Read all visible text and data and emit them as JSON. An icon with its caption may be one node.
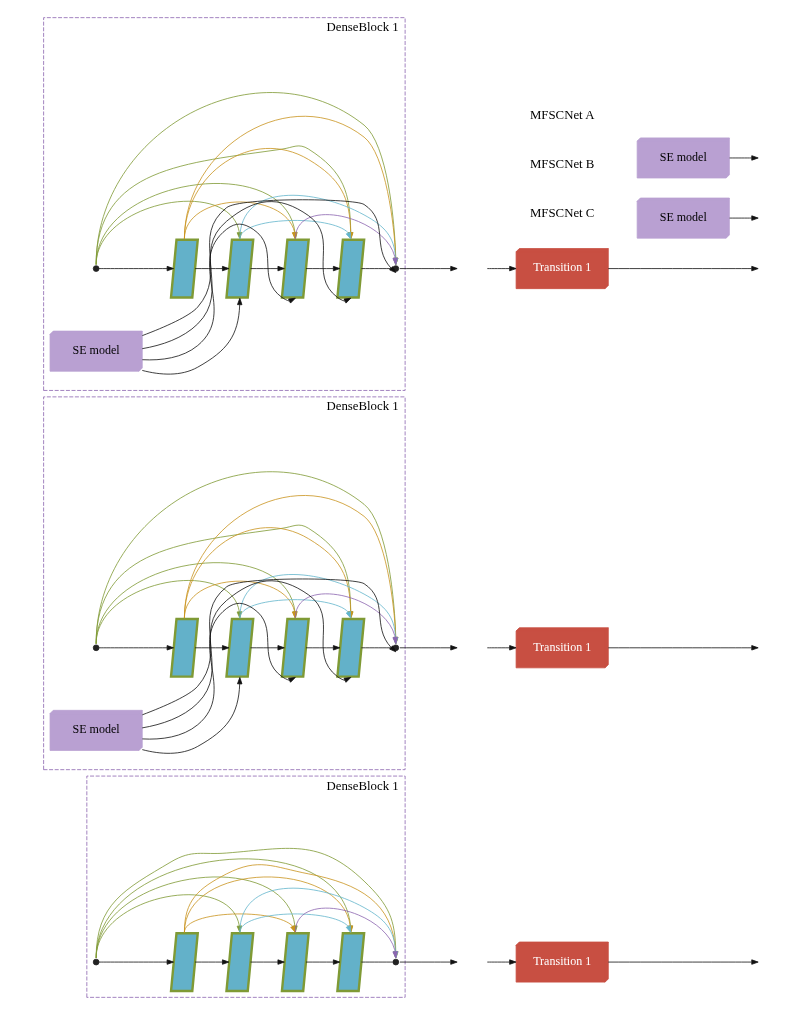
{
  "diagram": {
    "nodes": [
      {
        "text": [
          "DenseBlock 1"
        ]
      },
      {
        "text": [],
        "shape": "point",
        "in": 0
      },
      {
        "text": [],
        "shape": "box",
        "in": 0
      },
      {
        "text": [],
        "shape": "box",
        "in": 0
      },
      {
        "text": [],
        "shape": "box",
        "in": 0
      },
      {
        "text": [],
        "shape": "box",
        "in": 0
      },
      {
        "text": [],
        "shape": "point",
        "in": 0
      },
      {
        "text": [
          "SE model"
        ],
        "in": 0
      },
      {
        "text": [
          "Transition 1"
        ]
      },
      {
        "text": [
          "SE model"
        ]
      },
      {
        "text": [
          "DenseBlock 1"
        ]
      },
      {
        "text": [],
        "shape": "point",
        "in": 10
      },
      {
        "text": [],
        "shape": "box",
        "in": 10
      },
      {
        "text": [],
        "shape": "box",
        "in": 10
      },
      {
        "text": [],
        "shape": "box",
        "in": 10
      },
      {
        "text": [],
        "shape": "box",
        "in": 10
      },
      {
        "text": [],
        "shape": "point",
        "in": 10
      },
      {
        "text": [
          "SE model"
        ],
        "in": 10
      },
      {
        "text": [
          "Transition 1"
        ]
      },
      {
        "text": [
          "DenseBlock 1"
        ]
      },
      {
        "text": [],
        "shape": "point",
        "in": 19
      },
      {
        "text": [],
        "shape": "box",
        "in": 19
      },
      {
        "text": [],
        "shape": "box",
        "in": 19
      },
      {
        "text": [],
        "shape": "box",
        "in": 19
      },
      {
        "text": [],
        "shape": "box",
        "in": 19
      },
      {
        "text": [],
        "shape": "point",
        "in": 19
      },
      {
        "text": [
          "Transition 1"
        ]
      },
      {
        "text": [
          "SE model"
        ]
      }
    ],
    "edges": [
      {
        "from": 1,
        "to": 2,
        "arrow": "to"
      },
      {
        "from": 2,
        "to": 3,
        "arrow": "to"
      },
      {
        "from": 3,
        "to": 4,
        "arrow": "to"
      },
      {
        "from": 4,
        "to": 5,
        "arrow": "to"
      },
      {
        "from": 5,
        "to": 6,
        "arrow": "none"
      },
      {
        "from": 6,
        "to": null,
        "arrow": "to"
      },
      {
        "from": 1,
        "to": 3,
        "arrow": "to",
        "color": "#7f9a35"
      },
      {
        "from": 1,
        "to": 4,
        "arrow": "to",
        "color": "#7f9a35"
      },
      {
        "from": 1,
        "to": 5,
        "arrow": "to",
        "color": "#7f9a35"
      },
      {
        "from": 1,
        "to": 6,
        "arrow": "to",
        "color": "#7f9a35"
      },
      {
        "from": 2,
        "to": 4,
        "arrow": "to",
        "color": "#c9941e"
      },
      {
        "from": 2,
        "to": 5,
        "arrow": "to",
        "color": "#c9941e"
      },
      {
        "from": 2,
        "to": 6,
        "arrow": "to",
        "color": "#c9941e"
      },
      {
        "from": 3,
        "to": 5,
        "arrow": "to",
        "color": "#63b5cc"
      },
      {
        "from": 3,
        "to": 6,
        "arrow": "to",
        "color": "#63b5cc"
      },
      {
        "from": 4,
        "to": 6,
        "arrow": "to",
        "color": "#8c65b0"
      },
      {
        "from": 7,
        "to": 3,
        "arrow": "to"
      },
      {
        "from": 7,
        "to": 4,
        "arrow": "to"
      },
      {
        "from": 7,
        "to": 5,
        "arrow": "to"
      },
      {
        "from": 7,
        "to": 6,
        "arrow": "to"
      },
      {
        "from": 8,
        "to": null,
        "arrow": "to"
      },
      {
        "from": null,
        "to": 8,
        "arrow": "to"
      },
      {
        "from": 9,
        "to": null,
        "arrow": "to"
      },
      {
        "from": 11,
        "to": 12,
        "arrow": "to"
      },
      {
        "from": 12,
        "to": 13,
        "arrow": "to"
      },
      {
        "from": 13,
        "to": 14,
        "arrow": "to"
      },
      {
        "from": 14,
        "to": 15,
        "arrow": "to"
      },
      {
        "from": 15,
        "to": 16,
        "arrow": "none"
      },
      {
        "from": 16,
        "to": null,
        "arrow": "to"
      },
      {
        "from": 11,
        "to": 13,
        "arrow": "to",
        "color": "#7f9a35"
      },
      {
        "from": 11,
        "to": 14,
        "arrow": "to",
        "color": "#7f9a35"
      },
      {
        "from": 11,
        "to": 15,
        "arrow": "to",
        "color": "#7f9a35"
      },
      {
        "from": 11,
        "to": 16,
        "arrow": "to",
        "color": "#7f9a35"
      },
      {
        "from": 12,
        "to": 14,
        "arrow": "to",
        "color": "#c9941e"
      },
      {
        "from": 12,
        "to": 15,
        "arrow": "to",
        "color": "#c9941e"
      },
      {
        "from": 12,
        "to": 16,
        "arrow": "to",
        "color": "#c9941e"
      },
      {
        "from": 13,
        "to": 15,
        "arrow": "to",
        "color": "#63b5cc"
      },
      {
        "from": 13,
        "to": 16,
        "arrow": "to",
        "color": "#63b5cc"
      },
      {
        "from": 14,
        "to": 16,
        "arrow": "to",
        "color": "#8c65b0"
      },
      {
        "from": 17,
        "to": 13,
        "arrow": "to"
      },
      {
        "from": 17,
        "to": 14,
        "arrow": "to"
      },
      {
        "from": 17,
        "to": 15,
        "arrow": "to"
      },
      {
        "from": 17,
        "to": 16,
        "arrow": "to"
      },
      {
        "from": 18,
        "to": null,
        "arrow": "to"
      },
      {
        "from": null,
        "to": 18,
        "arrow": "to"
      },
      {
        "from": 20,
        "to": 21,
        "arrow": "to"
      },
      {
        "from": 21,
        "to": 22,
        "arrow": "to"
      },
      {
        "from": 22,
        "to": 23,
        "arrow": "to"
      },
      {
        "from": 23,
        "to": 24,
        "arrow": "to"
      },
      {
        "from": 24,
        "to": 25,
        "arrow": "none"
      },
      {
        "from": 25,
        "to": null,
        "arrow": "to"
      },
      {
        "from": 20,
        "to": 22,
        "arrow": "to",
        "color": "#7f9a35"
      },
      {
        "from": 20,
        "to": 23,
        "arrow": "to",
        "color": "#7f9a35"
      },
      {
        "from": 20,
        "to": 24,
        "arrow": "to",
        "color": "#7f9a35"
      },
      {
        "from": 20,
        "to": 25,
        "arrow": "to",
        "color": "#7f9a35"
      },
      {
        "from": 21,
        "to": 23,
        "arrow": "to",
        "color": "#c9941e"
      },
      {
        "from": 21,
        "to": 24,
        "arrow": "to",
        "color": "#c9941e"
      },
      {
        "from": 21,
        "to": 25,
        "arrow": "to",
        "color": "#c9941e"
      },
      {
        "from": 22,
        "to": 24,
        "arrow": "to",
        "color": "#63b5cc"
      },
      {
        "from": 22,
        "to": 25,
        "arrow": "to",
        "color": "#63b5cc"
      },
      {
        "from": 23,
        "to": 25,
        "arrow": "to",
        "color": "#8c65b0"
      },
      {
        "from": 26,
        "to": null,
        "arrow": "to"
      },
      {
        "from": null,
        "to": 26,
        "arrow": "to"
      },
      {
        "from": 27,
        "to": null,
        "arrow": "to"
      }
    ],
    "labels": [
      "MFSCNet A",
      "MFSCNet B",
      "MFSCNet C"
    ]
  }
}
